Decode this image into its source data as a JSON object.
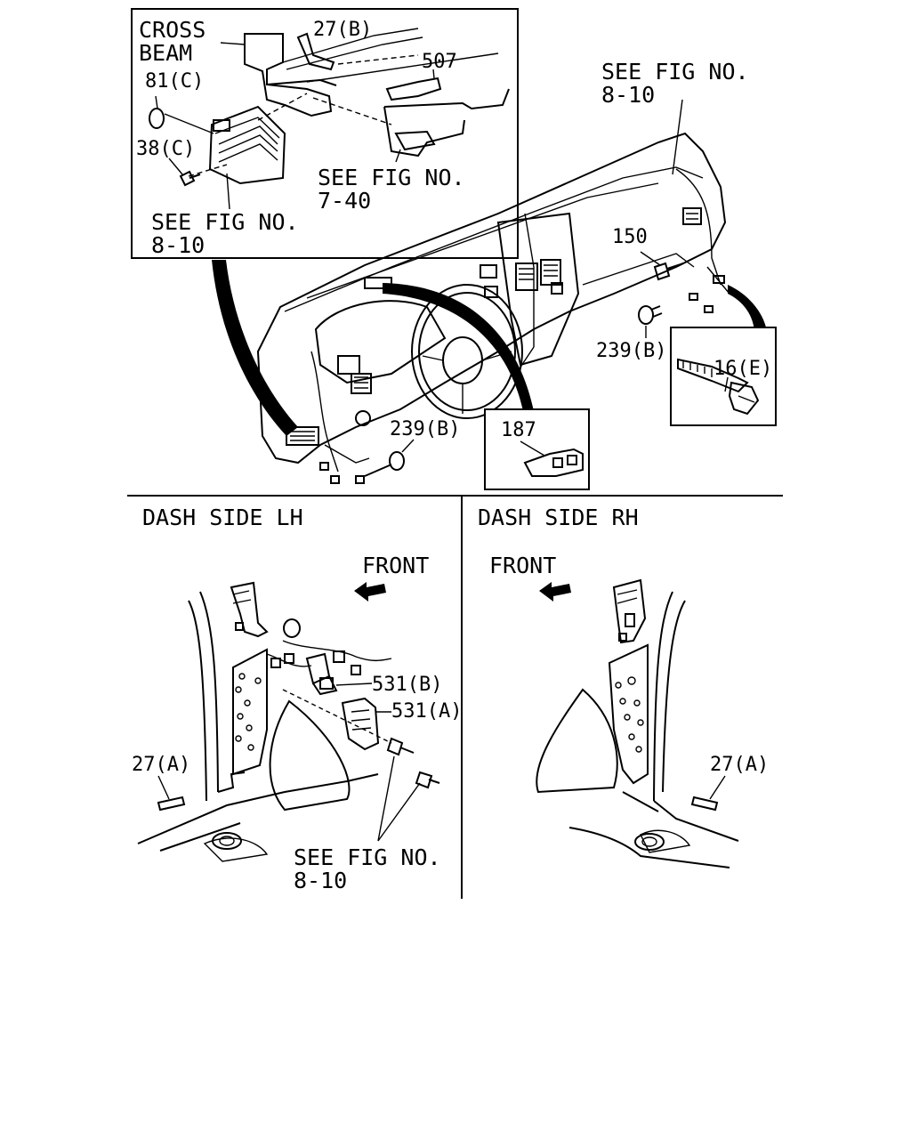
{
  "top_inset": {
    "cross_beam_line1": "CROSS",
    "cross_beam_line2": "BEAM",
    "part_27b": "27(B)",
    "part_507": "507",
    "part_81c": "81(C)",
    "part_38c": "38(C)",
    "see_fig_740_line1": "SEE FIG NO.",
    "see_fig_740_line2": "7-40",
    "see_fig_810_line1": "SEE FIG NO.",
    "see_fig_810_line2": "8-10"
  },
  "dashboard": {
    "see_fig_line1": "SEE FIG NO.",
    "see_fig_line2": "8-10",
    "part_150": "150",
    "part_239b_right": "239(B)",
    "part_239b_left": "239(B)",
    "part_16e": "16(E)",
    "part_187": "187"
  },
  "dash_side_lh": {
    "title": "DASH SIDE LH",
    "front": "FRONT",
    "part_531b": "531(B)",
    "part_531a": "531(A)",
    "part_27a": "27(A)",
    "see_fig_line1": "SEE FIG NO.",
    "see_fig_line2": "8-10"
  },
  "dash_side_rh": {
    "title": "DASH SIDE RH",
    "front": "FRONT",
    "part_27a": "27(A)"
  }
}
